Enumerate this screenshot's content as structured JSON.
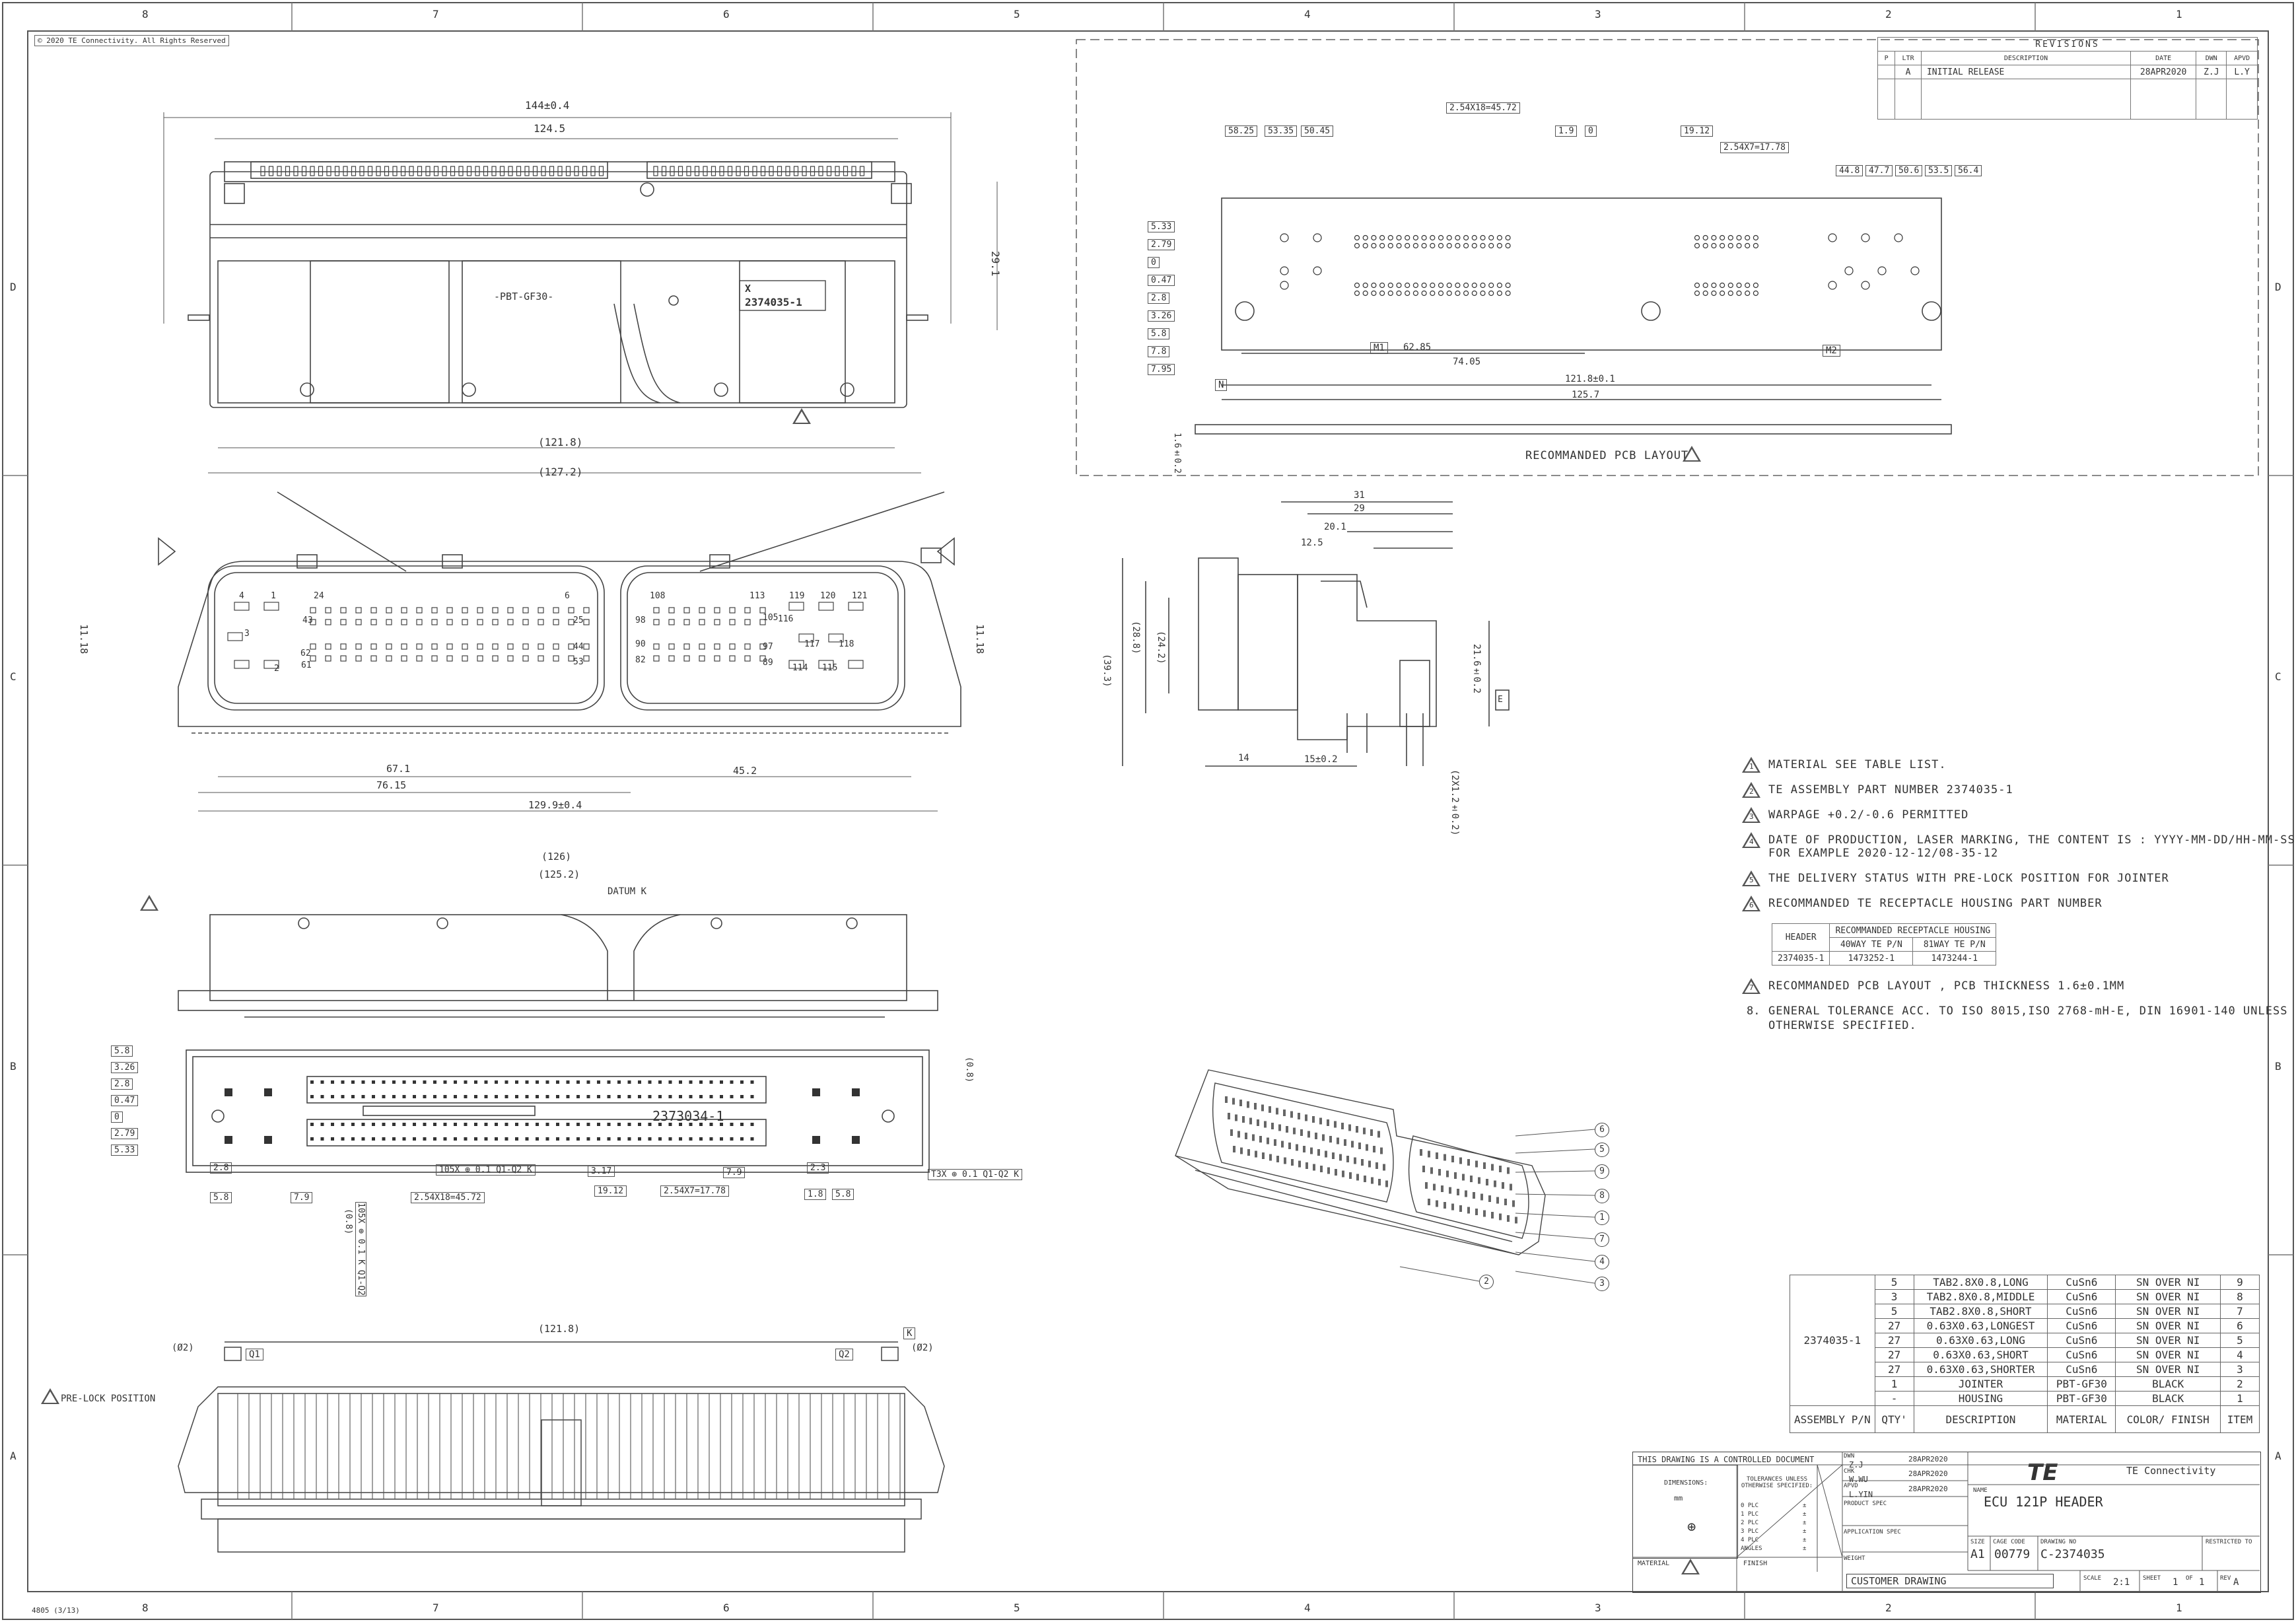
{
  "sheet": {
    "copyright": "© 2020 TE Connectivity. All Rights Reserved",
    "zones_top": [
      "8",
      "7",
      "6",
      "5",
      "4",
      "3",
      "2",
      "1"
    ],
    "zones_side": [
      "D",
      "C",
      "B",
      "A"
    ],
    "form_code": "4805 (3/13)"
  },
  "revisions": {
    "title": "REVISIONS",
    "headers": [
      "P",
      "LTR",
      "DESCRIPTION",
      "DATE",
      "DWN",
      "APVD"
    ],
    "rows": [
      [
        "",
        "A",
        "INITIAL RELEASE",
        "28APR2020",
        "Z.J",
        "L.Y"
      ]
    ]
  },
  "front_view": {
    "dim_overall": "144±0.4",
    "dim_top": "124.5",
    "dim_height": "29.1",
    "dim_bottom": "(121.8)",
    "dim_bottom2": "(127.2)",
    "marking": "-PBT-GF30-",
    "label_part": "2374035-1",
    "label_x": "X"
  },
  "face_view": {
    "pins_left": [
      "4",
      "1",
      "24",
      "6",
      "43",
      "3",
      "25",
      "62",
      "44",
      "2",
      "61",
      "53"
    ],
    "pins_right": [
      "108",
      "113",
      "119",
      "120",
      "121",
      "98",
      "105",
      "116",
      "117",
      "118",
      "90",
      "97",
      "82",
      "89",
      "114",
      "115"
    ],
    "dim_left": "67.1",
    "dim_left2": "76.15",
    "dim_right": "45.2",
    "dim_total": "129.9±0.4",
    "dim_side_left": "11.18",
    "dim_side_right": "11.18"
  },
  "top_view": {
    "dim_1": "(126)",
    "dim_2": "(125.2)",
    "datum": "DATUM K",
    "print": "2373034-1",
    "dims_left": [
      "5.8",
      "3.26",
      "2.8",
      "0.47",
      "0",
      "2.79",
      "5.33"
    ],
    "dims_bottom": [
      "2.8",
      "5.8",
      "7.9",
      "2.54X18=45.72",
      "3.17",
      "19.12",
      "2.54X7=17.78",
      "7.9",
      "1.8",
      "5.8",
      "2.3"
    ],
    "tol_1": "105X ⊕ 0.1 Q1-Q2 K",
    "tol_2": "T3X ⊕ 0.1 Q1-Q2 K",
    "dim_r": "(0.8)"
  },
  "pcb_layout": {
    "caption": "RECOMMANDED PCB LAYOUT",
    "dims_top": [
      "58.25",
      "53.35",
      "50.45",
      "2.54X18=45.72",
      "1.9",
      "0",
      "19.12",
      "2.54X7=17.78",
      "44.8",
      "47.7",
      "50.6",
      "53.5",
      "56.4"
    ],
    "dims_left": [
      "5.33",
      "2.79",
      "0",
      "0.47",
      "2.8",
      "3.26",
      "5.8",
      "7.8",
      "7.95"
    ],
    "dims_bottom": [
      "M1",
      "62.85",
      "74.05",
      "121.8±0.1",
      "125.7",
      "M2"
    ],
    "thickness": "1.6±0.2",
    "datum_n": "N"
  },
  "side_view": {
    "dims_top": [
      "31",
      "29",
      "20.1",
      "12.5"
    ],
    "dims_left": [
      "(39.3)",
      "(28.8)",
      "(24.2)"
    ],
    "dims_bottom": [
      "14",
      "15±0.2"
    ],
    "dim_right": "21.6±0.2",
    "dim_pin": "(2X1.2±0.2)",
    "datum_e": "E"
  },
  "bottom_view": {
    "dim": "(121.8)",
    "q1": "Q1",
    "q2": "Q2",
    "k": "K",
    "d_left": "(Ø2)",
    "d_right": "(Ø2)",
    "preload": "PRE-LOCK POSITION",
    "tol_v": "105X ⊕ 0.1 K Q1-Q2",
    "dim_v": "(0.8)"
  },
  "notes": [
    {
      "n": "1",
      "text": "MATERIAL SEE TABLE LIST."
    },
    {
      "n": "2",
      "text": "TE ASSEMBLY PART NUMBER 2374035-1"
    },
    {
      "n": "3",
      "text": "WARPAGE +0.2/-0.6 PERMITTED"
    },
    {
      "n": "4",
      "text": "DATE OF PRODUCTION, LASER MARKING, THE CONTENT IS : YYYY-MM-DD/HH-MM-SS."
    },
    {
      "n": "",
      "text": "FOR EXAMPLE 2020-12-12/08-35-12"
    },
    {
      "n": "5",
      "text": "THE DELIVERY STATUS WITH PRE-LOCK POSITION FOR JOINTER"
    },
    {
      "n": "6",
      "text": "RECOMMANDED TE RECEPTACLE HOUSING PART NUMBER"
    },
    {
      "n": "7",
      "text": "RECOMMANDED PCB LAYOUT , PCB THICKNESS 1.6±0.1MM"
    },
    {
      "n": "8.",
      "text": "GENERAL TOLERANCE ACC. TO ISO 8015,ISO 2768-mH-E, DIN 16901-140 UNLESS"
    },
    {
      "n": "",
      "text": "OTHERWISE SPECIFIED."
    }
  ],
  "receptacle_table": {
    "h_header": "HEADER",
    "h_title": "RECOMMANDED RECEPTACLE HOUSING",
    "h_40": "40WAY TE P/N",
    "h_81": "81WAY TE P/N",
    "row_header": "2374035-1",
    "row_40": "1473252-1",
    "row_81": "1473244-1"
  },
  "bom": {
    "assembly": "2374035-1",
    "rows": [
      [
        "5",
        "TAB2.8X0.8,LONG",
        "CuSn6",
        "SN OVER NI",
        "9"
      ],
      [
        "3",
        "TAB2.8X0.8,MIDDLE",
        "CuSn6",
        "SN OVER NI",
        "8"
      ],
      [
        "5",
        "TAB2.8X0.8,SHORT",
        "CuSn6",
        "SN OVER NI",
        "7"
      ],
      [
        "27",
        "0.63X0.63,LONGEST",
        "CuSn6",
        "SN OVER NI",
        "6"
      ],
      [
        "27",
        "0.63X0.63,LONG",
        "CuSn6",
        "SN OVER NI",
        "5"
      ],
      [
        "27",
        "0.63X0.63,SHORT",
        "CuSn6",
        "SN OVER NI",
        "4"
      ],
      [
        "27",
        "0.63X0.63,SHORTER",
        "CuSn6",
        "SN OVER NI",
        "3"
      ],
      [
        "1",
        "JOINTER",
        "PBT-GF30",
        "BLACK",
        "2"
      ],
      [
        "-",
        "HOUSING",
        "PBT-GF30",
        "BLACK",
        "1"
      ]
    ],
    "foot": [
      "ASSEMBLY P/N",
      "QTY'",
      "DESCRIPTION",
      "MATERIAL",
      "COLOR/ FINISH",
      "ITEM"
    ]
  },
  "title_block": {
    "controlled": "THIS DRAWING IS A CONTROLLED DOCUMENT",
    "dimensions": "DIMENSIONS:",
    "units": "mm",
    "tol_title": "TOLERANCES UNLESS OTHERWISE SPECIFIED:",
    "tol_rows": [
      "0 PLC",
      "1 PLC",
      "2 PLC",
      "3 PLC",
      "4 PLC",
      "ANGLES"
    ],
    "tol_vals": [
      "±",
      "±",
      "±",
      "±",
      "±",
      "±"
    ],
    "material": "MATERIAL",
    "finish": "FINISH",
    "dwn_label": "DWN",
    "dwn": "Z.J",
    "dwn_date": "28APR2020",
    "chk_label": "CHK",
    "chk": "W.WU",
    "chk_date": "28APR2020",
    "apvd_label": "APVD",
    "apvd": "L.YIN",
    "apvd_date": "28APR2020",
    "product_spec": "PRODUCT SPEC",
    "application_spec": "APPLICATION SPEC",
    "weight": "WEIGHT",
    "customer": "CUSTOMER DRAWING",
    "company": "TE Connectivity",
    "logo": "TE",
    "name_label": "NAME",
    "name": "ECU 121P HEADER",
    "size_label": "SIZE",
    "size": "A1",
    "cage_label": "CAGE CODE",
    "cage": "00779",
    "dwg_label": "DRAWING NO",
    "dwg": "C-2374035",
    "restricted": "RESTRICTED TO",
    "scale_label": "SCALE",
    "scale": "2:1",
    "sheet_label": "SHEET",
    "sheet": "1",
    "of_label": "OF",
    "of": "1",
    "rev_label": "REV",
    "rev": "A"
  },
  "iso_callouts": [
    "6",
    "5",
    "9",
    "8",
    "1",
    "7",
    "4",
    "3",
    "2"
  ]
}
